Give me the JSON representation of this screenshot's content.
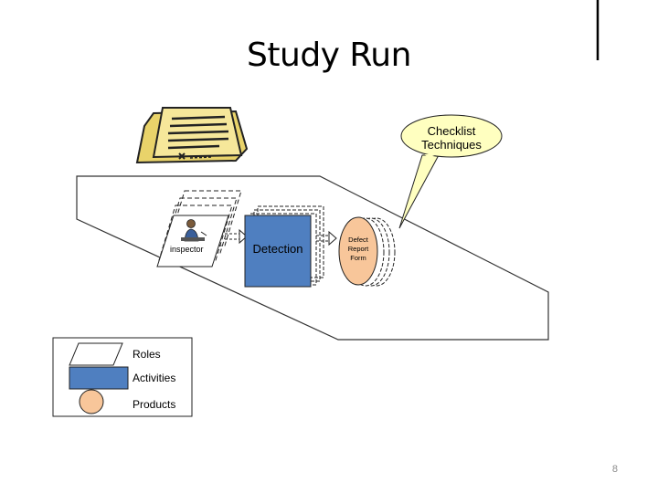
{
  "slide": {
    "title": "Study Run",
    "page_number": "8"
  },
  "diagram": {
    "callout_lines": [
      "Checklist",
      "Techniques"
    ],
    "role_label": "inspector",
    "activity_label": "Detection",
    "product_lines": [
      "Defect",
      "Report",
      "Form"
    ]
  },
  "legend": {
    "roles_label": "Roles",
    "activities_label": "Activities",
    "products_label": "Products"
  },
  "colors": {
    "activity_fill": "#4f7fc0",
    "product_fill": "#f8c69a",
    "callout_fill": "#ffffc0",
    "document_icon_fill": "#f2e48a"
  },
  "icons": {
    "document_stack": "document-stack-icon",
    "inspector_person": "person-at-desk-icon"
  }
}
